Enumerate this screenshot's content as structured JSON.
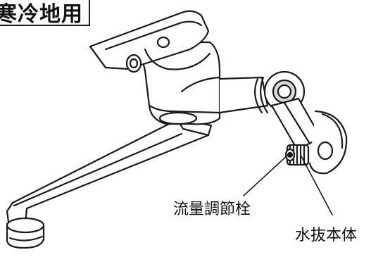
{
  "title": "寒冷地用",
  "labels": {
    "flow_plug": "流量調節栓",
    "drain_body": "水抜本体"
  },
  "colors": {
    "line": "#1a1a1a",
    "fill_light": "#ffffff",
    "fill_shade": "#d9d9d9"
  }
}
